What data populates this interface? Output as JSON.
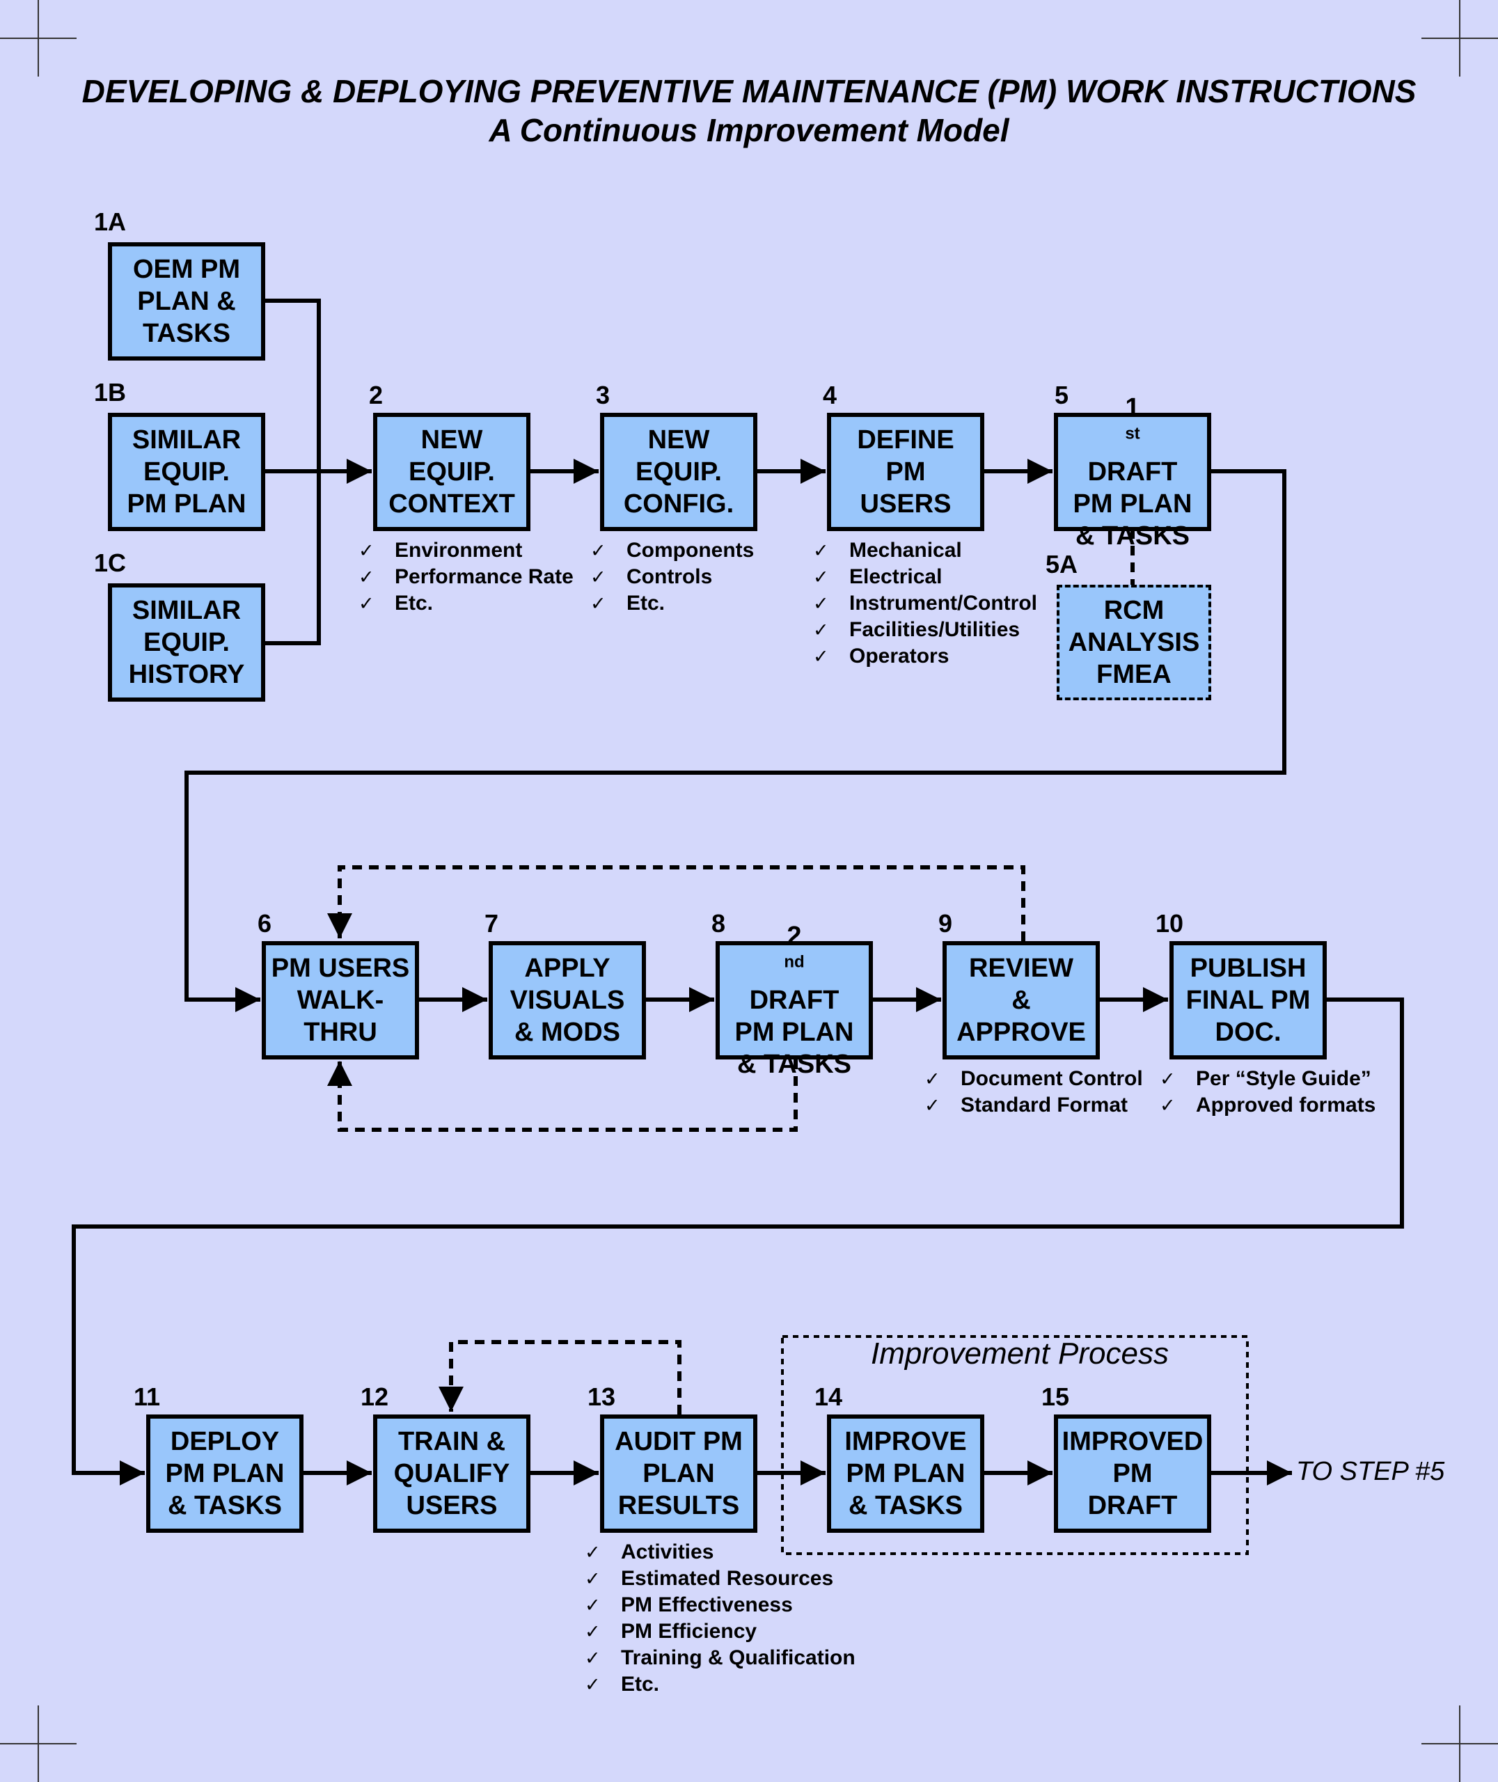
{
  "title": "DEVELOPING & DEPLOYING PREVENTIVE MAINTENANCE (PM) WORK INSTRUCTIONS",
  "subtitle": "A Continuous Improvement Model",
  "steps": {
    "s1a": {
      "num": "1A",
      "lines": [
        "OEM PM",
        "PLAN &",
        "TASKS"
      ]
    },
    "s1b": {
      "num": "1B",
      "lines": [
        "SIMILAR",
        "EQUIP.",
        "PM PLAN"
      ]
    },
    "s1c": {
      "num": "1C",
      "lines": [
        "SIMILAR",
        "EQUIP.",
        "HISTORY"
      ]
    },
    "s2": {
      "num": "2",
      "lines": [
        "NEW",
        "EQUIP.",
        "CONTEXT"
      ],
      "checks": [
        "Environment",
        "Performance Rate",
        "Etc."
      ]
    },
    "s3": {
      "num": "3",
      "lines": [
        "NEW",
        "EQUIP.",
        "CONFIG."
      ],
      "checks": [
        "Components",
        "Controls",
        "Etc."
      ]
    },
    "s4": {
      "num": "4",
      "lines": [
        "DEFINE",
        "PM",
        "USERS"
      ],
      "checks": [
        "Mechanical",
        "Electrical",
        "Instrument/Control",
        "Facilities/Utilities",
        "Operators"
      ]
    },
    "s5": {
      "num": "5",
      "lines": [
        "1",
        "st",
        " DRAFT",
        "PM PLAN",
        "& TASKS"
      ]
    },
    "s5a": {
      "num": "5A",
      "lines": [
        "RCM",
        "ANALYSIS",
        "FMEA"
      ]
    },
    "s6": {
      "num": "6",
      "lines": [
        "PM USERS",
        "WALK-",
        "THRU"
      ]
    },
    "s7": {
      "num": "7",
      "lines": [
        "APPLY",
        "VISUALS",
        "& MODS"
      ]
    },
    "s8": {
      "num": "8",
      "lines": [
        "2",
        "nd",
        " DRAFT",
        "PM PLAN",
        "& TASKS"
      ]
    },
    "s9": {
      "num": "9",
      "lines": [
        "REVIEW",
        "&",
        "APPROVE"
      ],
      "checks": [
        "Document Control",
        "Standard Format"
      ]
    },
    "s10": {
      "num": "10",
      "lines": [
        "PUBLISH",
        "FINAL PM",
        "DOC."
      ],
      "checks": [
        "Per “Style Guide”",
        "Approved formats"
      ]
    },
    "s11": {
      "num": "11",
      "lines": [
        "DEPLOY",
        "PM PLAN",
        "& TASKS"
      ]
    },
    "s12": {
      "num": "12",
      "lines": [
        "TRAIN &",
        "QUALIFY",
        "USERS"
      ]
    },
    "s13": {
      "num": "13",
      "lines": [
        "AUDIT PM",
        "PLAN",
        "RESULTS"
      ],
      "checks": [
        "Activities",
        "Estimated Resources",
        "PM Effectiveness",
        "PM Efficiency",
        "Training & Qualification",
        "Etc."
      ]
    },
    "s14": {
      "num": "14",
      "lines": [
        "IMPROVE",
        "PM PLAN",
        "& TASKS"
      ]
    },
    "s15": {
      "num": "15",
      "lines": [
        "IMPROVED",
        "PM",
        "DRAFT"
      ]
    }
  },
  "improvement_label": "Improvement Process",
  "to_step": "TO STEP #5",
  "check_glyph": "✓"
}
